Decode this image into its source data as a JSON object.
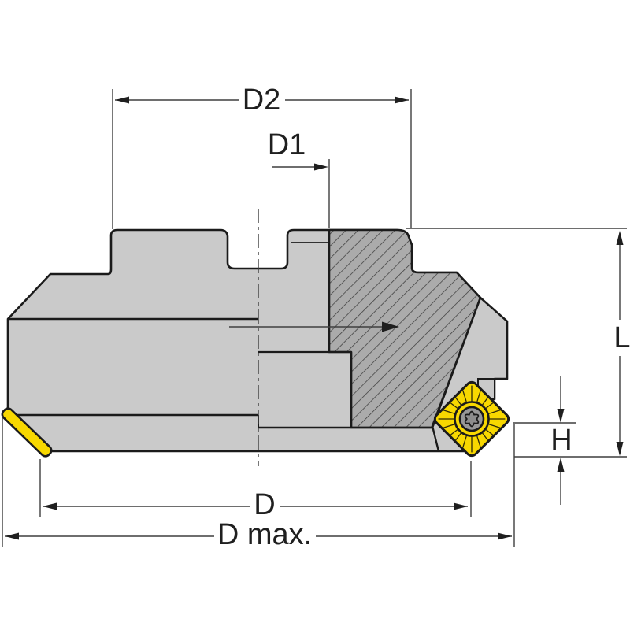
{
  "drawing": {
    "subject": "Indexable face milling cutter, side cross-section view",
    "style": "technical dimension drawing"
  },
  "labels": {
    "d2": "D2",
    "d1": "D1",
    "l": "L",
    "h": "H",
    "d": "D",
    "d_max": "D max."
  },
  "colors": {
    "background": "#ffffff",
    "body_gray": "#cacaca",
    "section_gray": "#ababab",
    "hatch_stroke": "#3d3d3d",
    "outline": "#1b1b1b",
    "dimension_line": "#3f3f3f",
    "text": "#1f1f1f",
    "insert_yellow": "#f8d800",
    "screw_gray": "#989898",
    "torx_gray": "#8d8d8d"
  }
}
